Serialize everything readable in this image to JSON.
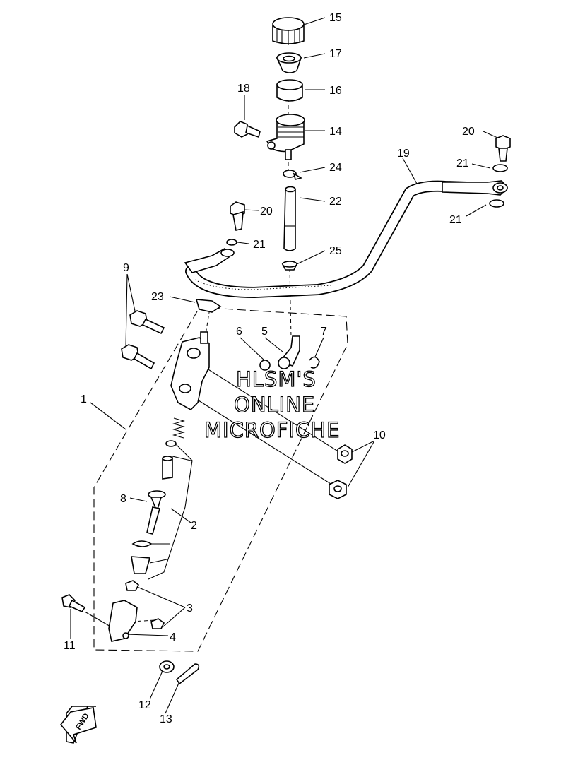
{
  "callouts": [
    "15",
    "17",
    "16",
    "18",
    "14",
    "20",
    "19",
    "24",
    "21",
    "22",
    "20",
    "21",
    "21",
    "25",
    "9",
    "23",
    "6",
    "5",
    "7",
    "1",
    "10",
    "8",
    "2",
    "3",
    "4",
    "11",
    "12",
    "13"
  ],
  "watermark": {
    "line1": "HLSM'S",
    "line2": "ONLINE",
    "line3": "MICROFICHE"
  },
  "direction_badge": "FWD"
}
